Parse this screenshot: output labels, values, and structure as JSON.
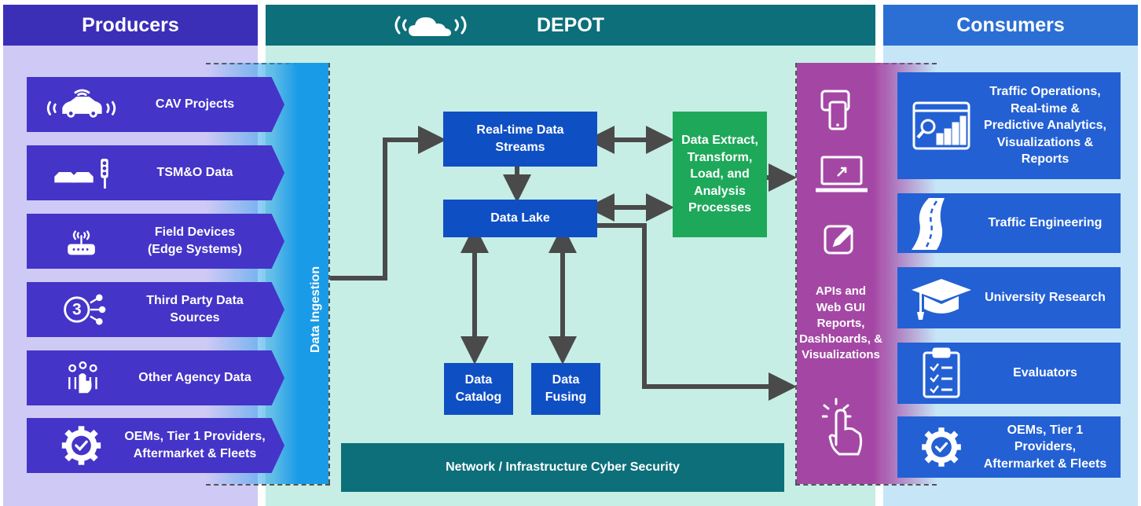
{
  "header": {
    "producers": "Producers",
    "depot": "DEPOT",
    "consumers": "Consumers"
  },
  "producers": [
    {
      "label": "CAV Projects",
      "icon": "connected-car-icon"
    },
    {
      "label": "TSM&O Data",
      "icon": "traffic-light-cars-icon"
    },
    {
      "label": "Field Devices\n(Edge Systems)",
      "icon": "router-wireless-icon"
    },
    {
      "label": "Third Party Data\nSources",
      "icon": "third-party-3-icon"
    },
    {
      "label": "Other Agency Data",
      "icon": "people-touch-icon"
    },
    {
      "label": "OEMs, Tier 1 Providers,\nAftermarket & Fleets",
      "icon": "gear-check-icon"
    }
  ],
  "ingestion": "Data Ingestion",
  "depot": {
    "realtime": "Real-time Data\nStreams",
    "lake": "Data Lake",
    "catalog": "Data\nCatalog",
    "fusing": "Data\nFusing",
    "etl": "Data Extract,\nTransform,\nLoad, and\nAnalysis\nProcesses",
    "security": "Network / Infrastructure Cyber Security"
  },
  "apis": "APIs and\nWeb GUI\nReports,\nDashboards, &\nVisualizations",
  "consumers": [
    {
      "label": "Traffic Operations,\nReal-time &\nPredictive Analytics,\nVisualizations &\nReports",
      "icon": "analytics-chart-icon"
    },
    {
      "label": "Traffic Engineering",
      "icon": "road-icon"
    },
    {
      "label": "University Research",
      "icon": "graduation-cap-icon"
    },
    {
      "label": "Evaluators",
      "icon": "clipboard-checklist-icon"
    },
    {
      "label": "OEMs, Tier 1 Providers,\nAftermarket & Fleets",
      "icon": "gear-check-icon"
    }
  ],
  "colors": {
    "producer_header": "#3b2fb8",
    "producer_bg": "#cfc9f5",
    "producer_item": "#4434c8",
    "depot_header": "#0c6f7a",
    "depot_bg": "#c7eee5",
    "ingestion": "#1a9be8",
    "etl": "#1ea85a",
    "apis": "#a447a4",
    "consumer_header": "#2b6fd4",
    "consumer_bg": "#c6e6f8",
    "consumer_item": "#2360d4"
  }
}
